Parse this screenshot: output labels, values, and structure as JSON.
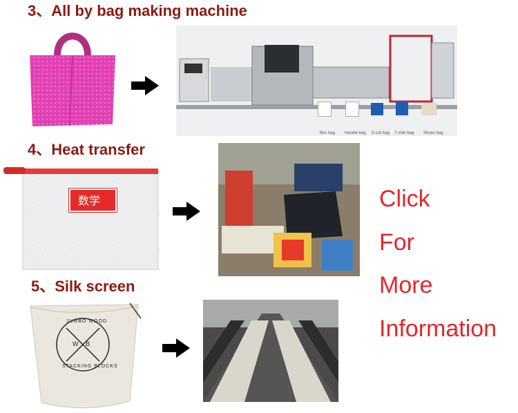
{
  "sections": [
    {
      "heading": "3、All by bag making machine"
    },
    {
      "heading": "4、Heat transfer"
    },
    {
      "heading": "5、Silk screen"
    }
  ],
  "machine_captions": [
    "Box bag",
    "Handle bag",
    "D-cut bag",
    "T-shirt bag",
    "Shoes bag"
  ],
  "pouch_label": "数学",
  "canvas_bag_stamp": {
    "top": "JUMBO WOOD",
    "letters": "W B",
    "bottom": "STACKING BLOCKS"
  },
  "cta": {
    "line1": "Click",
    "line2": "For",
    "line3": "More",
    "line4": "Information"
  },
  "colors": {
    "heading": "#8b1a12",
    "cta": "#e8242b",
    "pink_bag": "#e23fb3",
    "pouch_red": "#e52a2a"
  }
}
